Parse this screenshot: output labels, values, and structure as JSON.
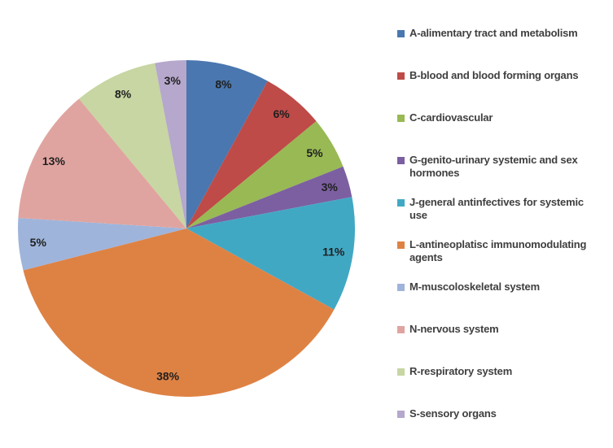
{
  "page": {
    "background": "#ffffff"
  },
  "chart_data": {
    "type": "pie",
    "title": "",
    "legend_position": "right",
    "start_angle_deg": 0,
    "direction": "clockwise",
    "data_label_unit": "%",
    "data_label_color": "#1f1f1f",
    "legend_text_color": "#3f3f3f",
    "segments": [
      {
        "label": "A-alimentary tract and metabolism",
        "legend_lines": [
          "A-alimentary tract and metabolism"
        ],
        "value": 8,
        "pct_label": "8%",
        "color": "#4A77AF"
      },
      {
        "label": "B-blood and blood forming organs",
        "legend_lines": [
          "B-blood and blood forming organs"
        ],
        "value": 6,
        "pct_label": "6%",
        "color": "#BE4B48"
      },
      {
        "label": "C-cardiovascular",
        "legend_lines": [
          "C-cardiovascular"
        ],
        "value": 5,
        "pct_label": "5%",
        "color": "#98B954"
      },
      {
        "label": "G-genito-urinary systemic and sex hormones",
        "legend_lines": [
          "G-genito-urinary systemic and sex",
          "hormones"
        ],
        "value": 3,
        "pct_label": "3%",
        "color": "#7C5FA1"
      },
      {
        "label": "J-general antinfectives for systemic use",
        "legend_lines": [
          "J-general antinfectives for systemic",
          "use"
        ],
        "value": 11,
        "pct_label": "11%",
        "color": "#41A8C4"
      },
      {
        "label": "L-antineoplatisc immunomodulating agents",
        "legend_lines": [
          "L-antineoplatisc immunomodulating",
          "agents"
        ],
        "value": 38,
        "pct_label": "38%",
        "color": "#DE8244"
      },
      {
        "label": "M-muscoloskeletal system",
        "legend_lines": [
          "M-muscoloskeletal system"
        ],
        "value": 5,
        "pct_label": "5%",
        "color": "#9FB4DA"
      },
      {
        "label": "N-nervous system",
        "legend_lines": [
          "N-nervous system"
        ],
        "value": 13,
        "pct_label": "13%",
        "color": "#E0A4A0"
      },
      {
        "label": "R-respiratory system",
        "legend_lines": [
          "R-respiratory system"
        ],
        "value": 8,
        "pct_label": "8%",
        "color": "#C7D6A2"
      },
      {
        "label": "S-sensory organs",
        "legend_lines": [
          "S-sensory organs"
        ],
        "value": 3,
        "pct_label": "3%",
        "color": "#B6A7CC"
      }
    ]
  }
}
